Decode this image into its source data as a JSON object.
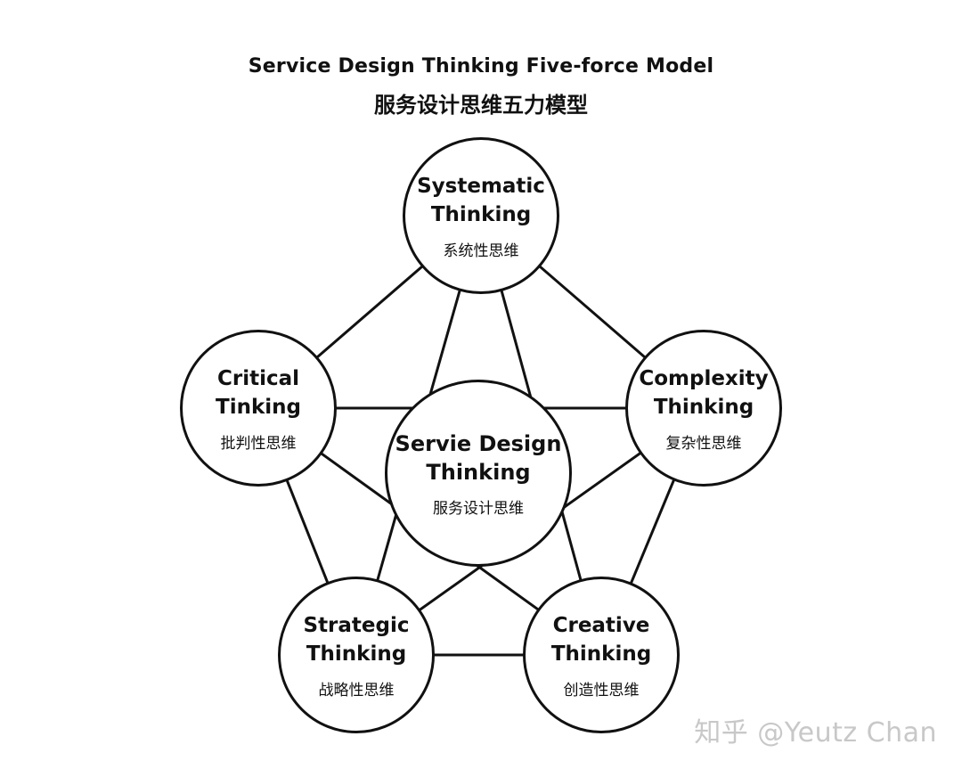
{
  "title_en": "Service Design Thinking Five-force Model",
  "title_zh": "服务设计思维五力模型",
  "nodes": {
    "systematic": {
      "en": "Systematic\nThinking",
      "zh": "系统性思维"
    },
    "critical": {
      "en": "Critical\nTinking",
      "zh": "批判性思维"
    },
    "complexity": {
      "en": "Complexity\nThinking",
      "zh": "复杂性思维"
    },
    "center": {
      "en": "Servie Design\nThinking",
      "zh": "服务设计思维"
    },
    "strategic": {
      "en": "Strategic\nThinking",
      "zh": "战略性思维"
    },
    "creative": {
      "en": "Creative\nThinking",
      "zh": "创造性思维"
    }
  },
  "watermark": "知乎 @Yeutz Chan",
  "colors": {
    "line": "#111111",
    "background": "#ffffff",
    "watermark": "#c8c8c8"
  }
}
